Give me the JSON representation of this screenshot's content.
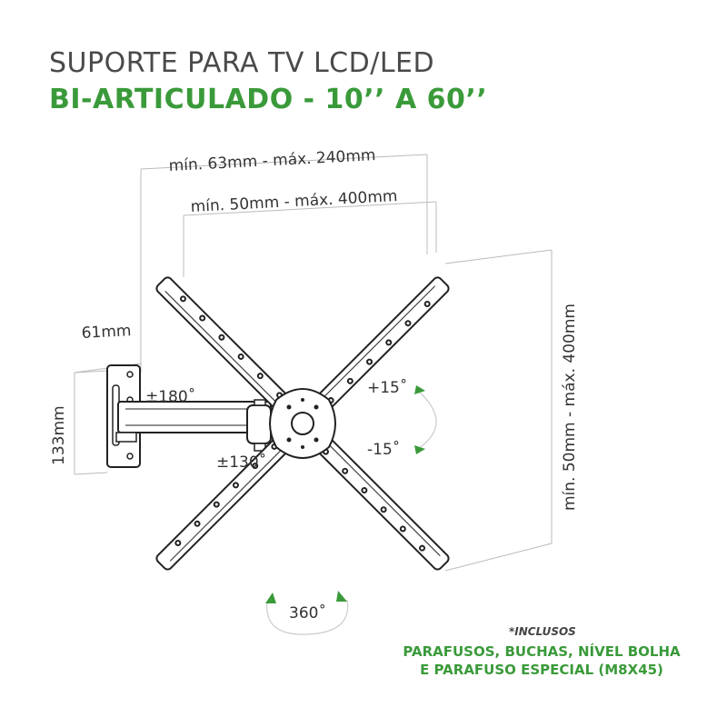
{
  "title": {
    "line1": "SUPORTE PARA TV LCD/LED",
    "line2": "BI-ARTICULADO - 10’’ A 60’’"
  },
  "dimensions": {
    "top_outer": "mín. 63mm - máx. 240mm",
    "top_inner": "mín. 50mm - máx. 400mm",
    "depth": "61mm",
    "plate_height": "133mm",
    "vertical": "mín. 50mm - máx. 400mm"
  },
  "angles": {
    "swivel": "±180˚",
    "arm": "±130˚",
    "tilt_up": "+15˚",
    "tilt_down": "-15˚",
    "rotation": "360˚"
  },
  "included": {
    "heading": "*INCLUSOS",
    "line1": "PARAFUSOS, BUCHAS, NÍVEL BOLHA",
    "line2": "E PARAFUSO ESPECIAL (M8X45)"
  },
  "colors": {
    "accent_green": "#3a9a3a",
    "title_gray": "#4a4a4a",
    "line_dark": "#222222"
  }
}
